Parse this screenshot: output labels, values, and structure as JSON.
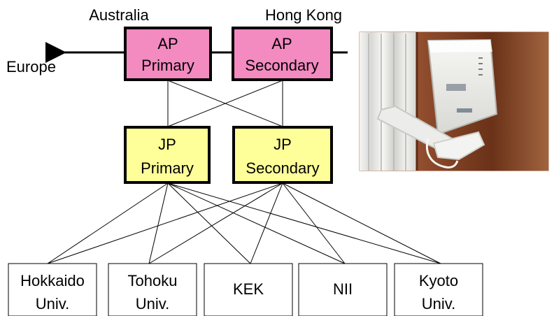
{
  "colors": {
    "ap_fill": "#f38ac0",
    "jp_fill": "#ffff99",
    "inst_fill": "#ffffff",
    "stroke": "#000000",
    "line": "#000000"
  },
  "labels": {
    "australia": "Australia",
    "hong_kong": "Hong Kong",
    "europe": "Europe"
  },
  "nodes": {
    "ap_primary": {
      "line1": "AP",
      "line2": "Primary"
    },
    "ap_secondary": {
      "line1": "AP",
      "line2": "Secondary"
    },
    "jp_primary": {
      "line1": "JP",
      "line2": "Primary"
    },
    "jp_secondary": {
      "line1": "JP",
      "line2": "Secondary"
    }
  },
  "institutions": [
    {
      "line1": "Hokkaido",
      "line2": "Univ."
    },
    {
      "line1": "Tohoku",
      "line2": "Univ."
    },
    {
      "line1": "KEK",
      "line2": ""
    },
    {
      "line1": "NII",
      "line2": ""
    },
    {
      "line1": "Kyoto",
      "line2": "Univ."
    }
  ],
  "photo": {
    "subject": "wall-mounted network device"
  }
}
